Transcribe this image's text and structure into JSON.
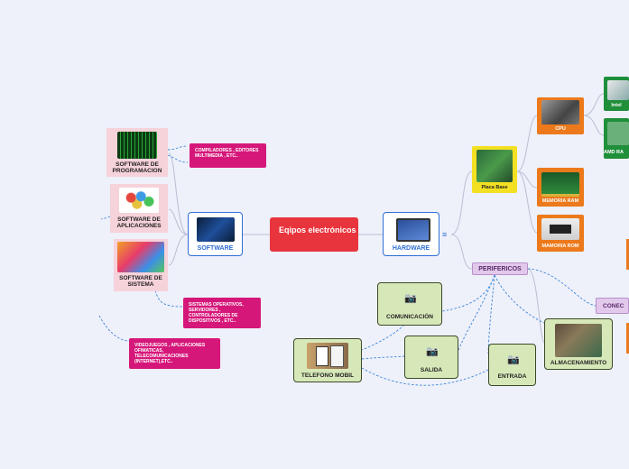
{
  "map": {
    "central": "Eqipos electrónicos",
    "software": "SOFTWARE",
    "hardware": "HARDWARE",
    "software_children": {
      "programacion": "SOFTWARE DE PROGRAMACION",
      "aplicaciones": "SOFTWARE DE APLICACIONES",
      "sistema": "SOFTWARE DE SISTEMA"
    },
    "notes": {
      "compiladores": "COMPILADORES , EDITORES MULTIMEDIA , ETC..",
      "sistemas": "SISTEMAS OPERATIVOS, SERVIDORES , CONTROLADORES DE DISPOSITIVOS , ETC..",
      "videojuegos": "VIDEOJUEGOS , APLICACIONES OFIMATICAS, TELECOMUNICACIONES (INTERNET),ETC.."
    },
    "hardware_children": {
      "placa": "Placa Base",
      "cpu": "CPU",
      "memoria_ram": "MEMORIA RAM",
      "maroria_rom": "MAMORIA ROM",
      "intel": "Intel",
      "amd": "AMD RA",
      "perifericos": "PERIFERICOS"
    },
    "perifericos_children": {
      "comunicacion": "COMUNICACIÓN",
      "salida": "SALIDA",
      "entrada": "ENTRADA",
      "almacenamiento": "ALMACENAMIENTO",
      "telefono": "TELEFONO MOBIL",
      "conexion": "CONEC"
    },
    "icons": {
      "menu": "≡",
      "camera": "📷"
    }
  }
}
